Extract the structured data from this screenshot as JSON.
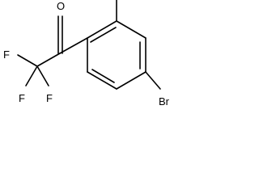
{
  "molecule": {
    "atoms": {
      "oxygen": "O",
      "fluorine_1": "F",
      "fluorine_2": "F",
      "fluorine_3": "F",
      "bromine": "Br"
    }
  },
  "colors": {
    "bond": "#000000",
    "label": "#000000",
    "background": "#ffffff"
  }
}
